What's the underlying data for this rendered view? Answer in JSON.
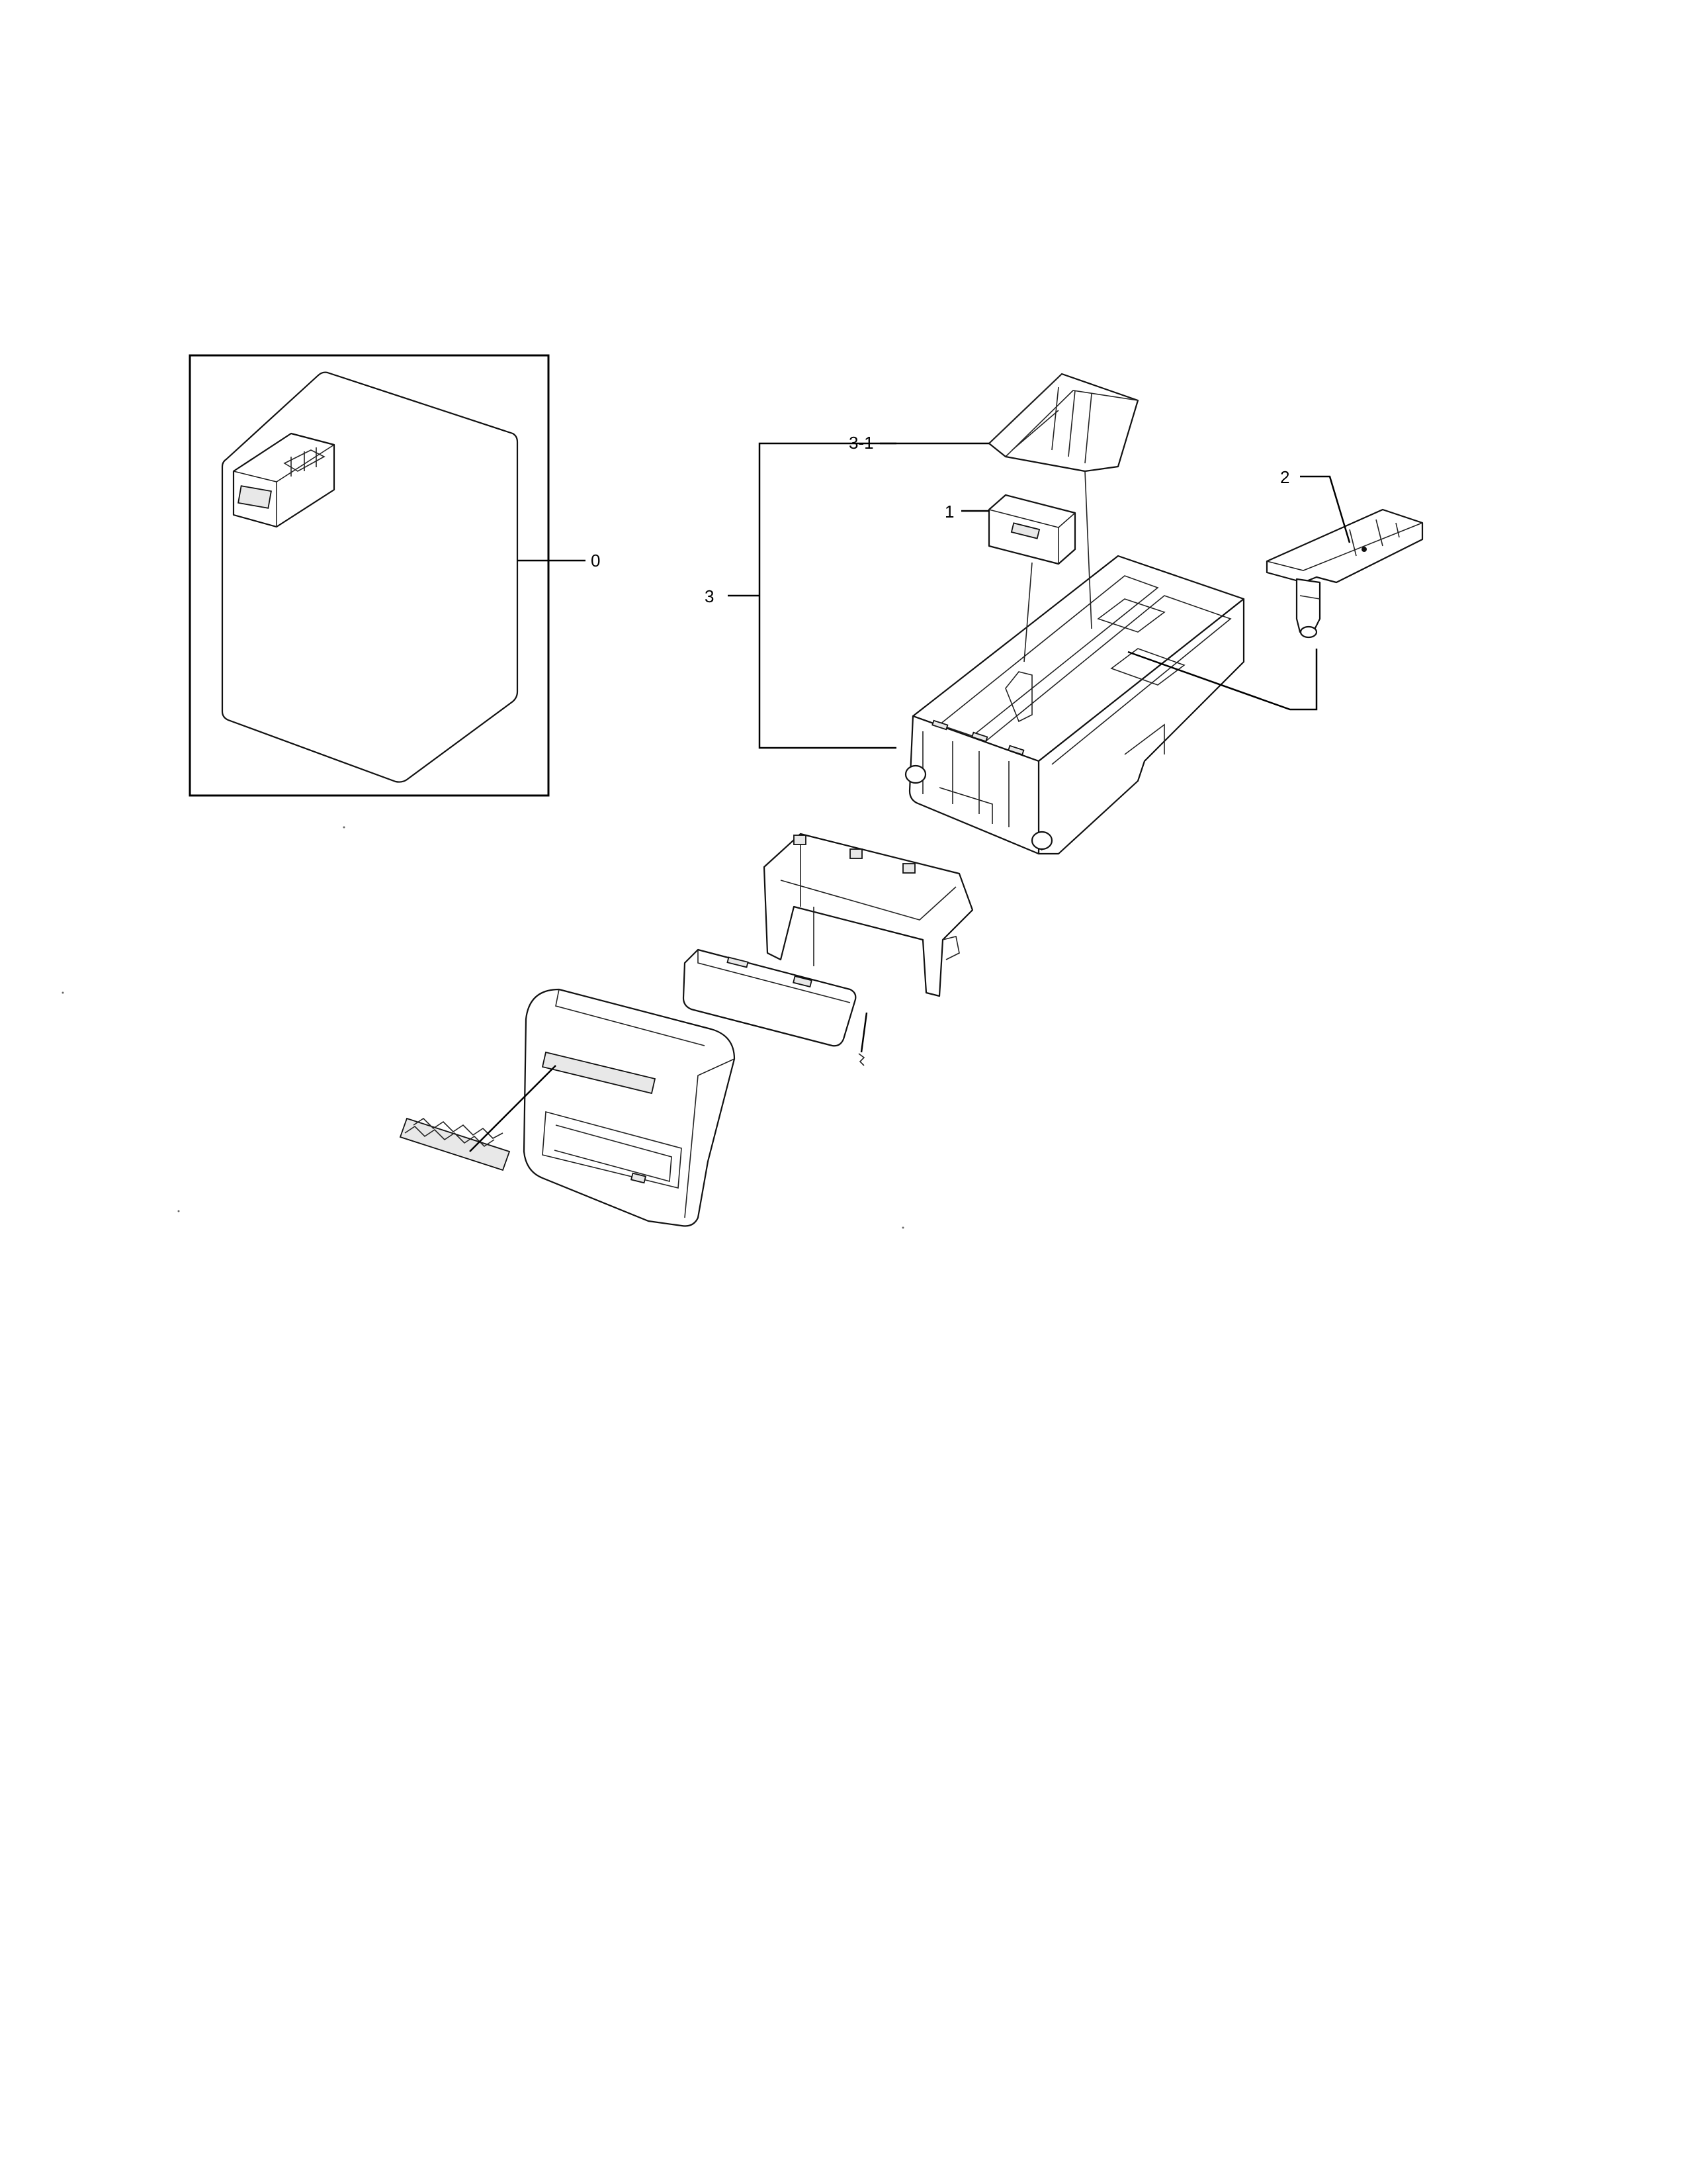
{
  "diagram": {
    "callouts": {
      "c0": "0",
      "c1": "1",
      "c2": "2",
      "c3": "3",
      "c31": "3-1"
    }
  }
}
